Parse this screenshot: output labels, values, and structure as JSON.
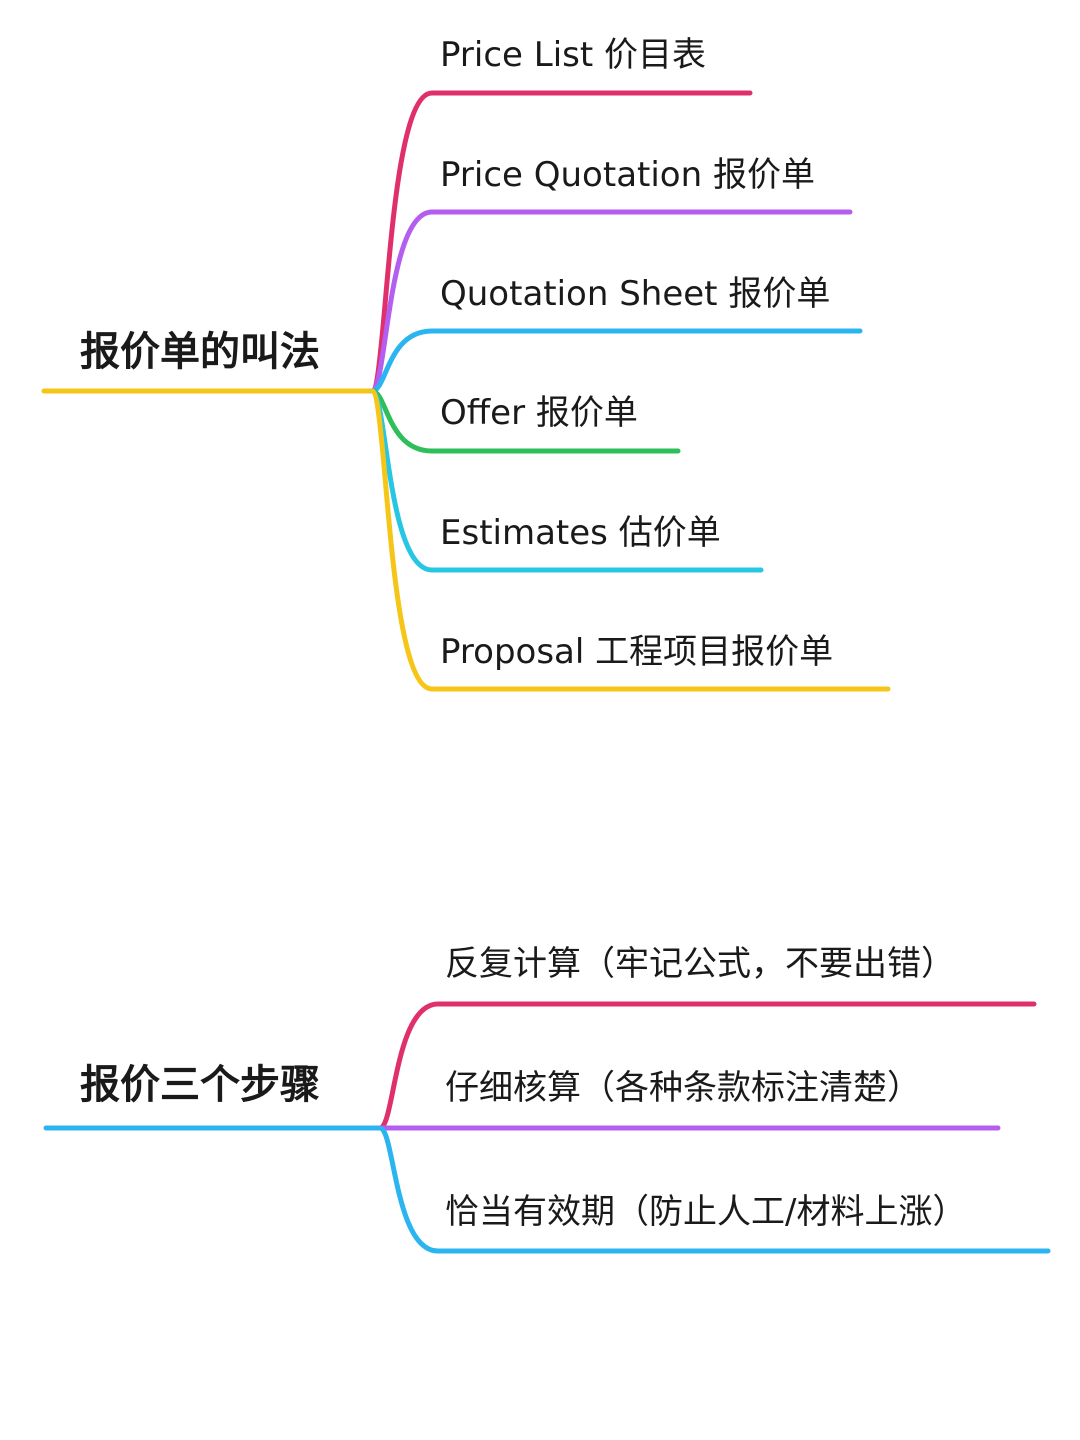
{
  "maps": [
    {
      "root": {
        "label": "报价单的叫法",
        "color": "#f5c518"
      },
      "branches": [
        {
          "label": "Price List 价目表",
          "color": "#e0306a"
        },
        {
          "label": "Price Quotation 报价单",
          "color": "#b45ef0"
        },
        {
          "label": "Quotation Sheet 报价单",
          "color": "#2bb5f0"
        },
        {
          "label": "Offer 报价单",
          "color": "#2fbf5a"
        },
        {
          "label": "Estimates 估价单",
          "color": "#27c6e3"
        },
        {
          "label": "Proposal 工程项目报价单",
          "color": "#f5c518"
        }
      ]
    },
    {
      "root": {
        "label": "报价三个步骤",
        "color": "#2bb5f0"
      },
      "branches": [
        {
          "label": "反复计算（牢记公式，不要出错）",
          "color": "#e0306a"
        },
        {
          "label": "仔细核算（各种条款标注清楚）",
          "color": "#b45ef0"
        },
        {
          "label": "恰当有效期（防止人工/材料上涨）",
          "color": "#2bb5f0"
        }
      ]
    }
  ]
}
